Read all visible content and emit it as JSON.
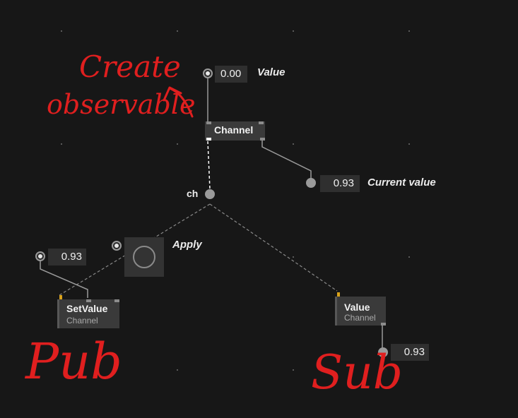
{
  "value_pad": {
    "value": "0.00",
    "label": "Value"
  },
  "channel_node": {
    "title": "Channel"
  },
  "current_value": {
    "value": "0.93",
    "label": "Current value"
  },
  "ch_pin": {
    "label": "ch"
  },
  "apply_bang": {
    "label": "Apply"
  },
  "pub_value": {
    "value": "0.93"
  },
  "setvalue_node": {
    "title": "SetValue",
    "subtitle": "Channel"
  },
  "value_node": {
    "title": "Value",
    "subtitle": "Channel"
  },
  "sub_value": {
    "value": "0.93"
  },
  "annotations": {
    "create_observable_line1": "Create",
    "create_observable_line2": "observable",
    "pub": "Pub",
    "sub": "Sub"
  },
  "colors": {
    "background": "#171717",
    "annotation": "#e01f1f",
    "link": "#9a9a9a",
    "port_accent": "#d9a21a"
  }
}
